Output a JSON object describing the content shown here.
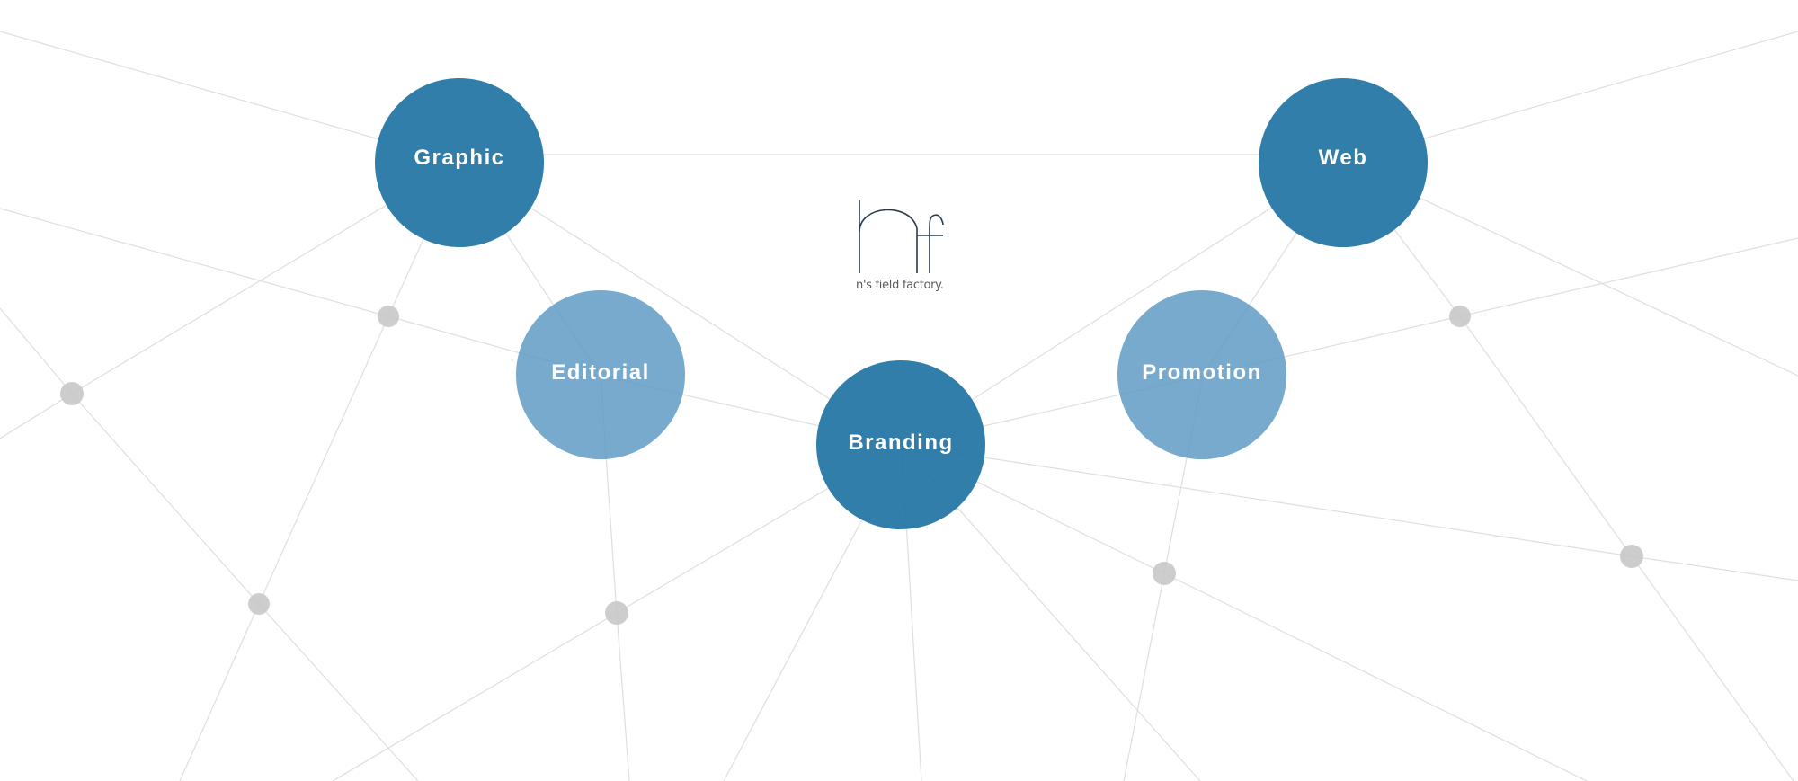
{
  "brand": {
    "tagline": "n's field factory."
  },
  "nav": {
    "graphic": "Graphic",
    "web": "Web",
    "editorial": "Editorial",
    "promotion": "Promotion",
    "branding": "Branding"
  },
  "colors": {
    "primary_bubble": "#1f73a3",
    "secondary_bubble": "#5f9bc4",
    "network_line": "#dedede",
    "network_node": "#c8c8c8",
    "logo_ink": "#2a3b4d"
  },
  "icons": {
    "logo": "nf-monogram"
  }
}
